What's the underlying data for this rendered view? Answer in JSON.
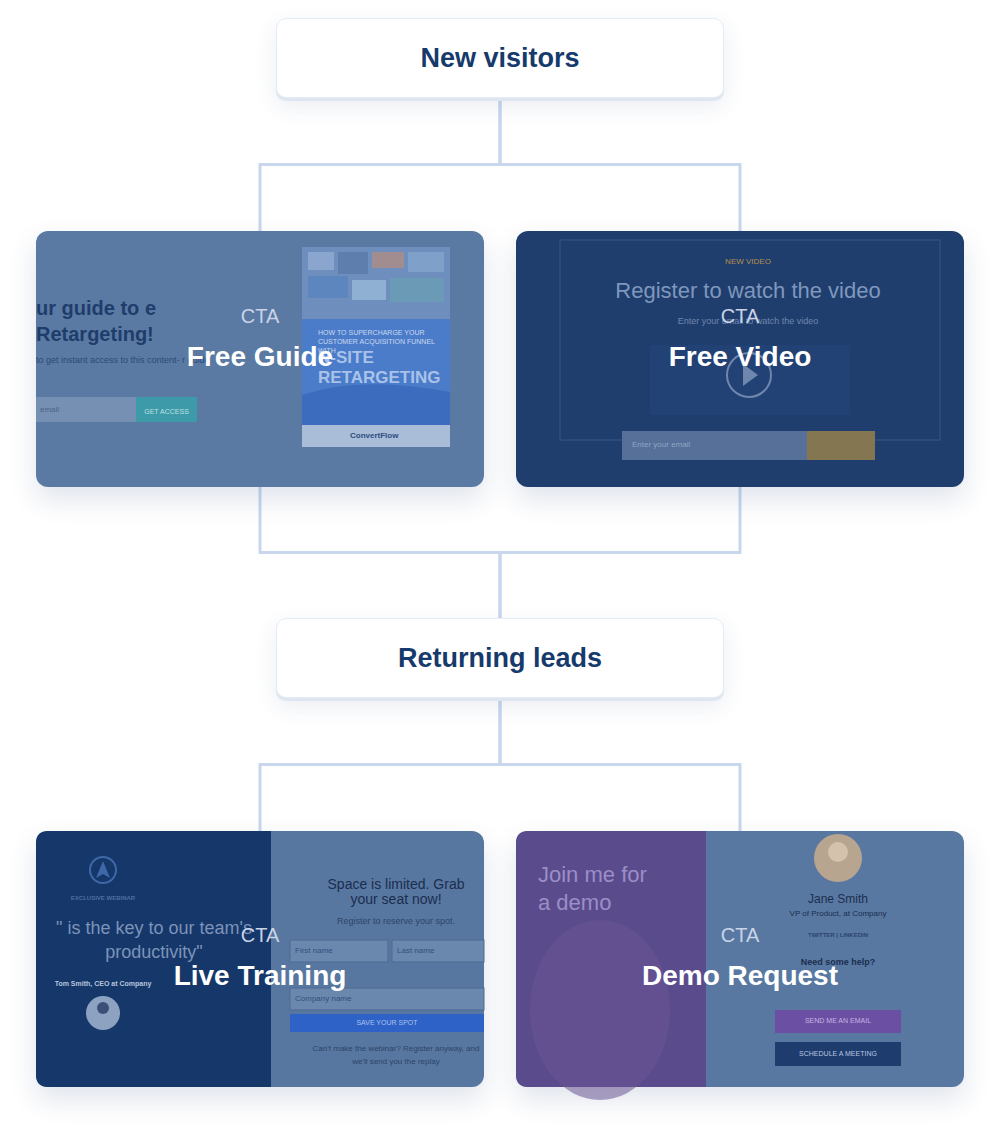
{
  "diagram": {
    "nodes": [
      {
        "text": [
          "New visitors"
        ]
      },
      {
        "text": [
          "CTA",
          "Free Guide",
          "ur guide to e Retargeting!",
          "to get instant access to this content- r guide",
          "email",
          "GET ACCESS",
          "HOW TO SUPERCHARGE YOUR CUSTOMER ACQUISITION FUNNEL WITH",
          "N-SITE RETARGETING",
          "ConvertFlow"
        ]
      },
      {
        "text": [
          "CTA",
          "Free Video",
          "NEW VIDEO",
          "Register to watch the video",
          "Enter your email to watch the video",
          "Enter your email"
        ]
      },
      {
        "text": [
          "Returning leads"
        ]
      },
      {
        "text": [
          "CTA",
          "Live Training",
          "EXCLUSIVE WEBINAR",
          "\" is the key to our team's productivity\"",
          "Tom Smith, CEO at Company",
          "Space is limited. Grab your seat now!",
          "Register to reserve your spot.",
          "First name",
          "Last name",
          "Company name",
          "SAVE YOUR SPOT",
          "Can't make the webinar? Register anyway, and we'll send you the replay"
        ]
      },
      {
        "text": [
          "CTA",
          "Demo Request",
          "Join me for a demo",
          "Jane Smith",
          "VP of Product, at Company",
          "TWITTER | LINKEDIN",
          "Need some help?",
          "SEND ME AN EMAIL",
          "SCHEDULE A MEETING"
        ]
      }
    ],
    "edges": [
      {
        "from": 0,
        "to": 1,
        "arrow": "none"
      },
      {
        "from": 0,
        "to": 2,
        "arrow": "none"
      },
      {
        "from": 1,
        "to": 3,
        "arrow": "none"
      },
      {
        "from": 2,
        "to": 3,
        "arrow": "none"
      },
      {
        "from": 3,
        "to": 4,
        "arrow": "none"
      },
      {
        "from": 3,
        "to": 5,
        "arrow": "none"
      }
    ]
  }
}
